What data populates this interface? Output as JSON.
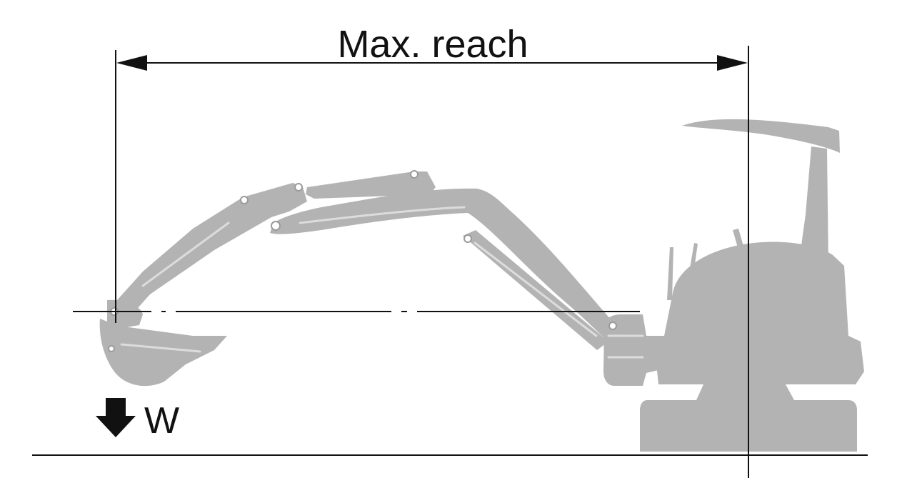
{
  "diagram": {
    "reach_label": "Max. reach",
    "load_label": "W"
  },
  "colors": {
    "machine": "#b3b3b3",
    "machine_light": "#dcdcdc",
    "line": "#111111",
    "background": "#ffffff"
  },
  "icons": {
    "load_arrow": "down-arrow-icon",
    "dimension_arrows": "double-headed-arrow"
  }
}
